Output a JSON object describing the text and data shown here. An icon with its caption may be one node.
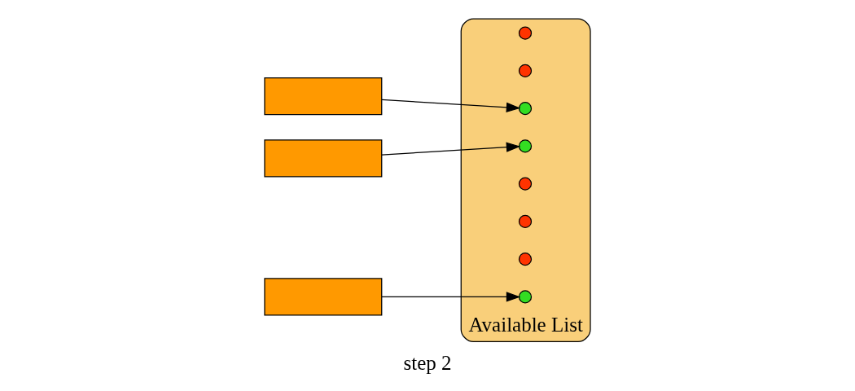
{
  "diagram": {
    "caption": "step 2",
    "nodes": [
      {
        "text": [],
        "shape": "box"
      },
      {
        "text": [],
        "shape": "box"
      },
      {
        "text": [],
        "shape": "box"
      },
      {
        "text": [],
        "shape": "cloud",
        "beside": [
          "Available List"
        ]
      },
      {
        "text": [],
        "shape": "circle",
        "in": 3
      },
      {
        "text": [],
        "shape": "circle",
        "in": 3
      },
      {
        "text": [],
        "shape": "circle",
        "in": 3
      },
      {
        "text": [],
        "shape": "circle",
        "in": 3
      },
      {
        "text": [],
        "shape": "circle",
        "in": 3
      },
      {
        "text": [],
        "shape": "circle",
        "in": 3
      },
      {
        "text": [],
        "shape": "circle",
        "in": 3
      },
      {
        "text": [],
        "shape": "circle",
        "in": 3
      }
    ],
    "edges": [
      {
        "from": 0,
        "to": 6,
        "arrow": "to"
      },
      {
        "from": 1,
        "to": 7,
        "arrow": "to"
      },
      {
        "from": 2,
        "to": 11,
        "arrow": "to"
      }
    ]
  }
}
